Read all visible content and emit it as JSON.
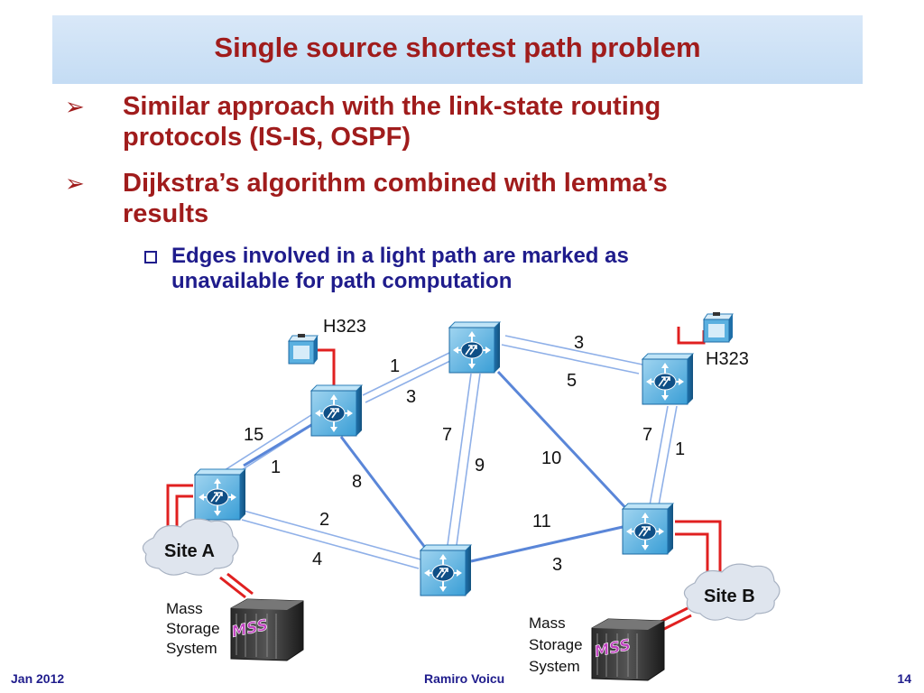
{
  "slide": {
    "title": "Single source shortest path problem",
    "bullets": [
      {
        "line1": "Similar approach with the link-state routing",
        "line2": "protocols (IS-IS, OSPF)"
      },
      {
        "line1": "Dijkstra’s algorithm combined with lemma’s",
        "line2": "results"
      }
    ],
    "sub_bullet": {
      "line1": "Edges involved in a light path are marked as",
      "line2": "unavailable for path computation"
    }
  },
  "diagram": {
    "h323_left": "H323",
    "h323_right": "H323",
    "site_a": "Site A",
    "site_b": "Site B",
    "mss_left": {
      "line1": "Mass",
      "line2": "Storage",
      "line3": "System",
      "badge": "MSS"
    },
    "mss_right": {
      "line1": "Mass",
      "line2": "Storage",
      "line3": "System",
      "badge": "MSS"
    },
    "edge_weights": [
      "1",
      "3",
      "3",
      "5",
      "15",
      "1",
      "7",
      "9",
      "10",
      "7",
      "1",
      "8",
      "2",
      "4",
      "11",
      "3"
    ]
  },
  "footer": {
    "date": "Jan 2012",
    "author": "Ramiro Voicu",
    "page": "14"
  },
  "colors": {
    "title_red": "#a01c1c",
    "sub_blue": "#1f1c8c",
    "link_blue": "#5a86d8",
    "access_red": "#e02020"
  }
}
